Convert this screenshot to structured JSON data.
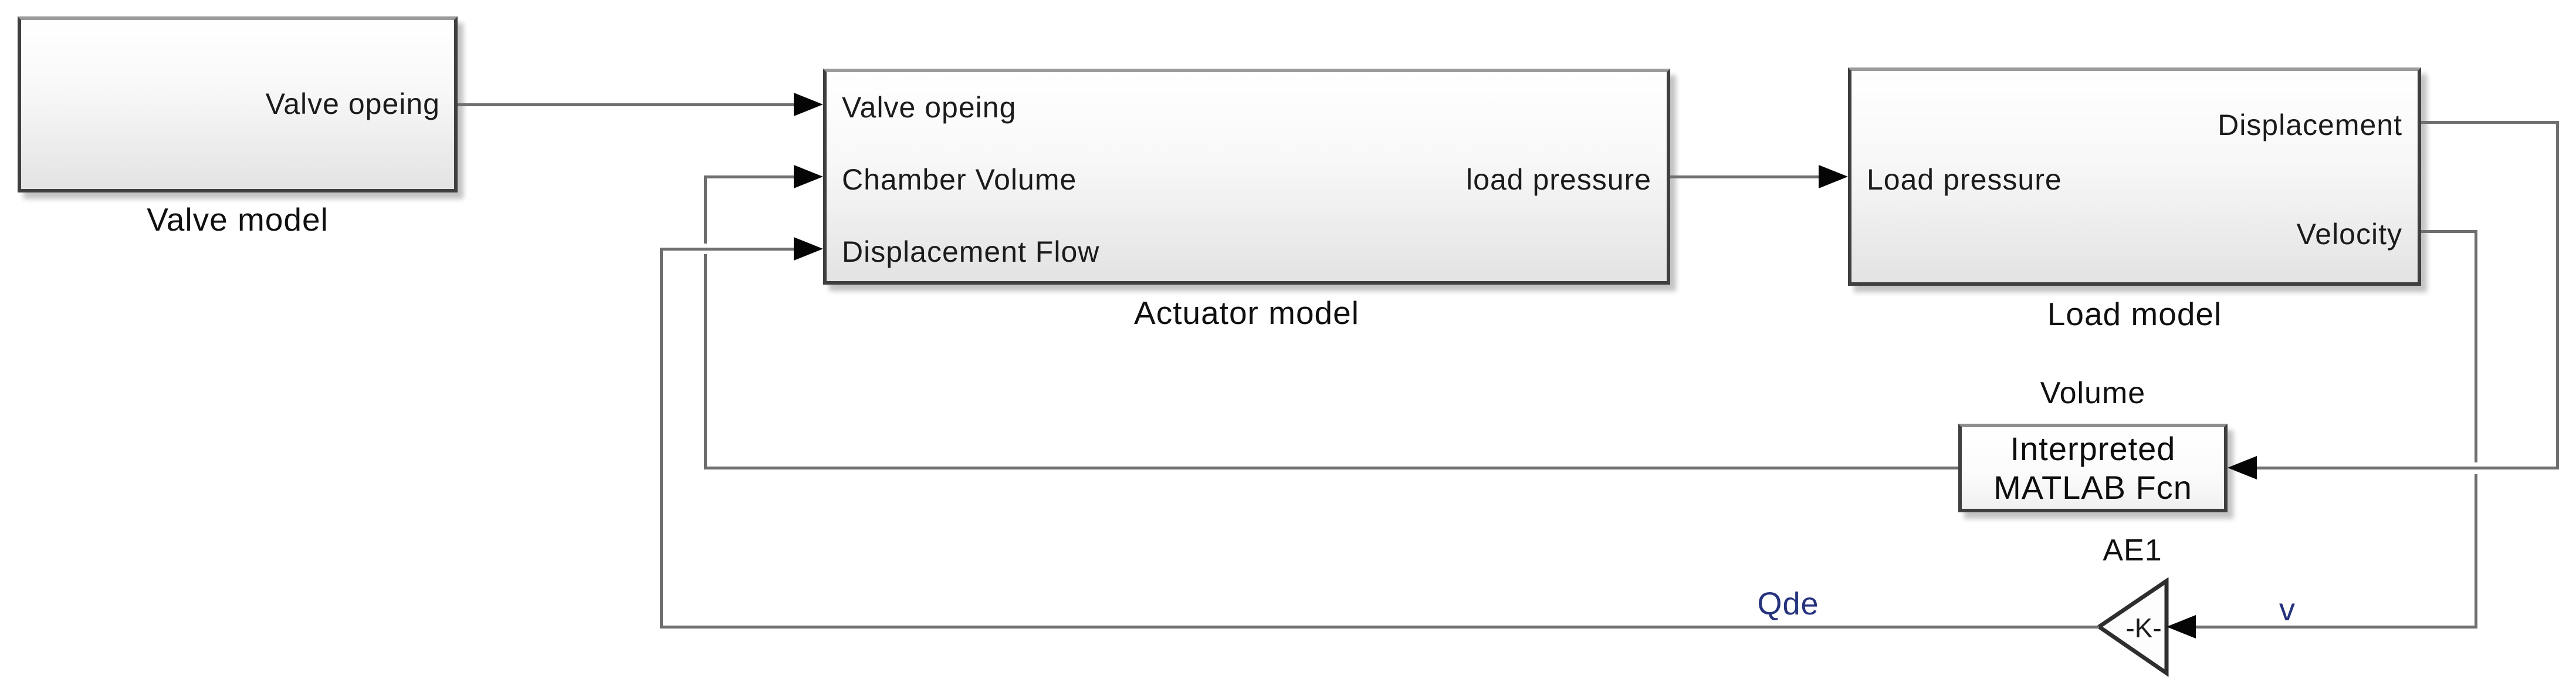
{
  "blocks": {
    "valve": {
      "name": "Valve model",
      "port_out": "Valve opeing"
    },
    "actuator": {
      "name": "Actuator model",
      "port_in_1": "Valve opeing",
      "port_in_2": "Chamber Volume",
      "port_in_3": "Displacement Flow",
      "port_out": "load pressure"
    },
    "load": {
      "name": "Load model",
      "port_in": "Load pressure",
      "port_out_1": "Displacement",
      "port_out_2": "Velocity"
    },
    "interpreted_fcn": {
      "name": "Volume",
      "text_line_1": "Interpreted",
      "text_line_2": "MATLAB Fcn"
    },
    "gain": {
      "name": "AE1",
      "value": "-K-"
    }
  },
  "signal_labels": {
    "qde": "Qde",
    "v": "v"
  },
  "colors": {
    "wire": "#6f6f6f",
    "block_border": "#3f3f3f",
    "block_fill_top": "#ffffff",
    "block_fill_bottom": "#e3e3e3",
    "signal_label_text": "#25327d",
    "arrowhead": "#050505"
  }
}
